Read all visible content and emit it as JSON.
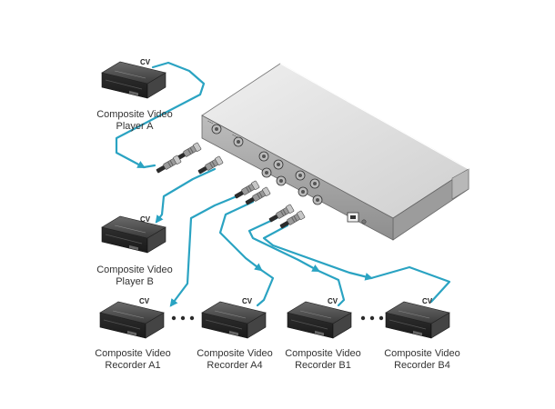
{
  "signal_label": "CV",
  "devices": {
    "player_a": {
      "line1": "Composite Video",
      "line2": "Player A"
    },
    "player_b": {
      "line1": "Composite Video",
      "line2": "Player B"
    },
    "recorder_a1": {
      "line1": "Composite Video",
      "line2": "Recorder A1"
    },
    "recorder_a4": {
      "line1": "Composite Video",
      "line2": "Recorder A4"
    },
    "recorder_b1": {
      "line1": "Composite Video",
      "line2": "Recorder B1"
    },
    "recorder_b4": {
      "line1": "Composite Video",
      "line2": "Recorder B4"
    }
  },
  "colors": {
    "cable": "#2aa3c2",
    "device_body": "#3a3a3a",
    "chassis": "#d9d9d9"
  }
}
